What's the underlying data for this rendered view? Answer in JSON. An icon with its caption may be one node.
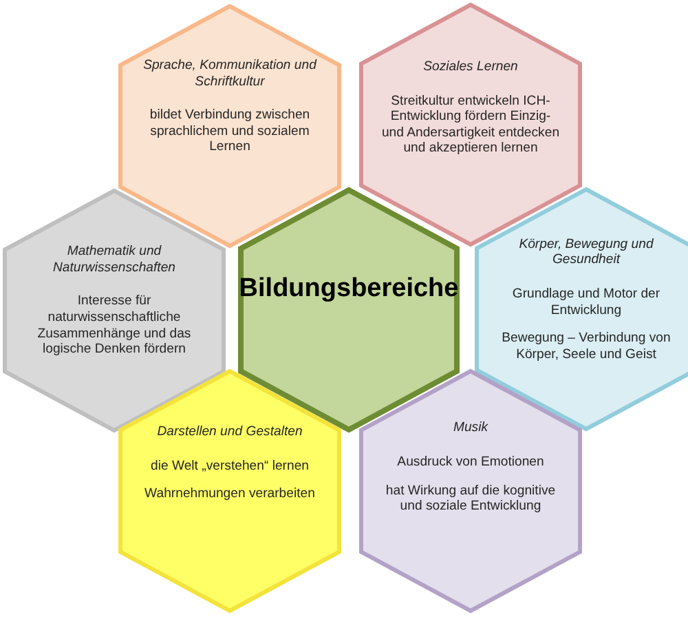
{
  "diagram": {
    "nodes": [
      {
        "text": [
          "Sprache, Kommunikation und Schriftkultur",
          "bildet Verbindung zwischen sprachlichem und sozialem Lernen"
        ]
      },
      {
        "text": [
          "Soziales Lernen",
          "Streitkultur entwickeln ICH-Entwicklung fördern Einzig- und Andersartigkeit entdecken und akzeptieren lernen"
        ]
      },
      {
        "text": [
          "Mathematik und Naturwissenschaften",
          "Interesse für naturwissenschaftliche Zusammenhänge und das logische Denken fördern"
        ]
      },
      {
        "text": [
          "Bildungsbereiche"
        ]
      },
      {
        "text": [
          "Körper, Bewegung und Gesundheit",
          "Grundlage und Motor der Entwicklung",
          "Bewegung – Verbindung von Körper, Seele und Geist"
        ]
      },
      {
        "text": [
          "Darstellen und Gestalten",
          "die Welt „verstehen“ lernen",
          "Wahrnehmungen verarbeiten"
        ]
      },
      {
        "text": [
          "Musik",
          "Ausdruck von Emotionen",
          "hat Wirkung auf die kognitive und soziale Entwicklung"
        ]
      }
    ]
  }
}
